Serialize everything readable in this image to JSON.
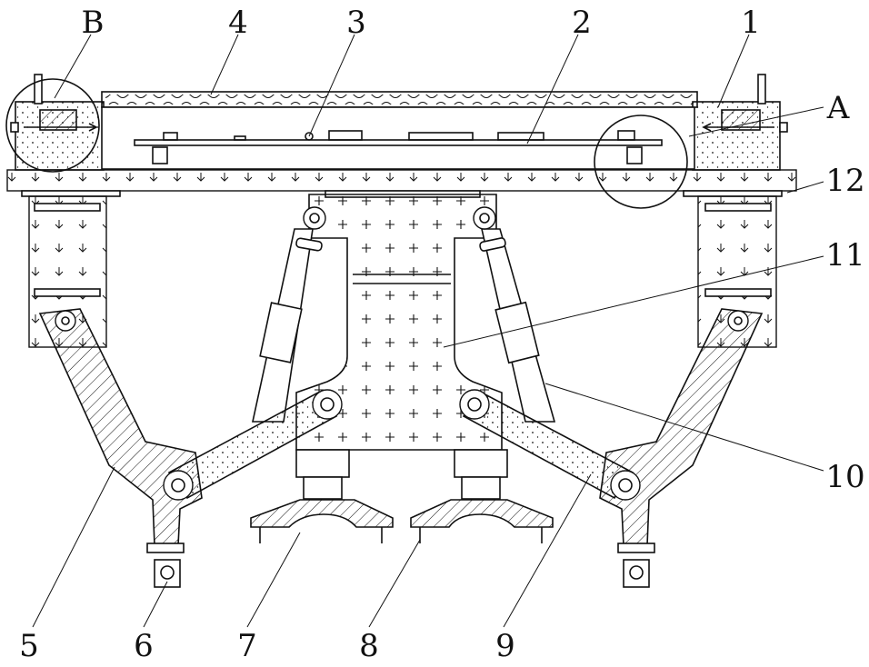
{
  "labels": {
    "l1": "1",
    "l2": "2",
    "l3": "3",
    "l4": "4",
    "l5": "5",
    "l6": "6",
    "l7": "7",
    "l8": "8",
    "l9": "9",
    "l10": "10",
    "l11": "11",
    "l12": "12",
    "lA": "A",
    "lB": "B"
  }
}
